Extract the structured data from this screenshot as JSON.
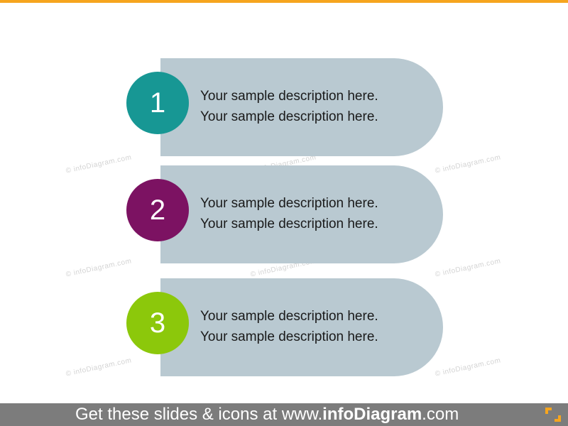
{
  "colors": {
    "accent": "#f6a51e",
    "tab": "#b9c9d1",
    "footer": "#7c7c7c"
  },
  "steps": [
    {
      "number": "1",
      "color": "#179794",
      "lines": [
        "Your sample description here.",
        "Your sample description here."
      ]
    },
    {
      "number": "2",
      "color": "#7c1262",
      "lines": [
        "Your sample description here.",
        "Your sample description here."
      ]
    },
    {
      "number": "3",
      "color": "#8cc80b",
      "lines": [
        "Your sample description here.",
        "Your sample description here."
      ]
    }
  ],
  "watermark": "© infoDiagram.com",
  "footer": {
    "prefix": "Get these slides & icons at www.",
    "brand": "infoDiagram",
    "suffix": ".com",
    "logo_icon": "infodiagram-logo-icon"
  }
}
